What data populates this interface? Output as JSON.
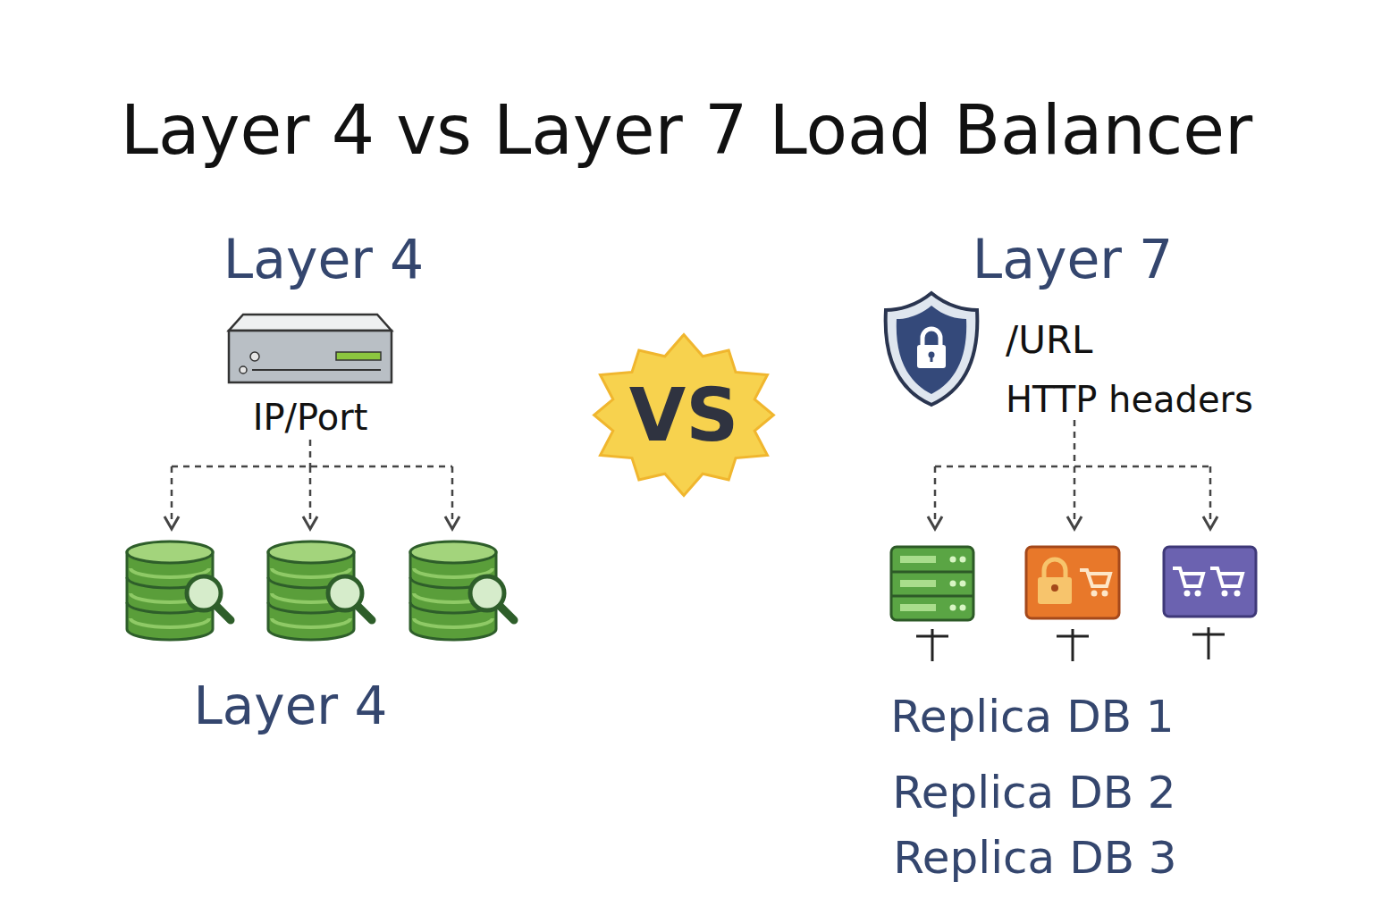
{
  "diagram": {
    "title": "Layer 4 vs Layer 7 Load Balancer",
    "nodes": [
      {
        "text": [
          "IP/Port"
        ]
      },
      {
        "text": [
          "VS"
        ]
      },
      {
        "text": [
          "/URL",
          "HTTP headers"
        ]
      }
    ],
    "labels": [
      "Layer 4",
      "Layer 7",
      "Layer 4",
      "Replica DB 1",
      "Replica DB 2",
      "Replica DB 3"
    ]
  }
}
